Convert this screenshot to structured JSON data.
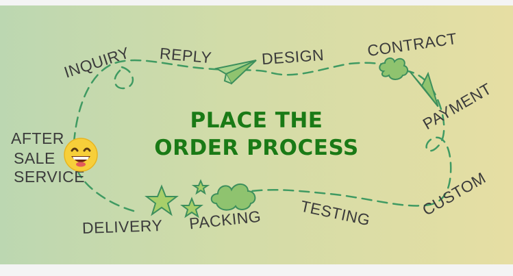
{
  "title": {
    "line1": "PLACE THE",
    "line2": "ORDER PROCESS"
  },
  "steps": {
    "inquiry": "INQUIRY",
    "reply": "REPLY",
    "design": "DESIGN",
    "contract": "CONTRACT",
    "payment": "PAYMENT",
    "custom": "CUSTOM",
    "testing": "TESTING",
    "packing": "PACKING",
    "delivery": "DELIVERY",
    "after_sale_1": "AFTER",
    "after_sale_2": "SALE",
    "after_sale_3": "SERVICE"
  },
  "colors": {
    "title": "#1a7a16",
    "path": "#3f9a62",
    "label": "#3b3b3b",
    "icon_fill": "#8fc36f",
    "icon_stroke": "#3d8f5c"
  },
  "icons": [
    "paper-plane-icon",
    "cloud-icon",
    "star-icon",
    "smiley-face-icon",
    "loop-icon"
  ]
}
